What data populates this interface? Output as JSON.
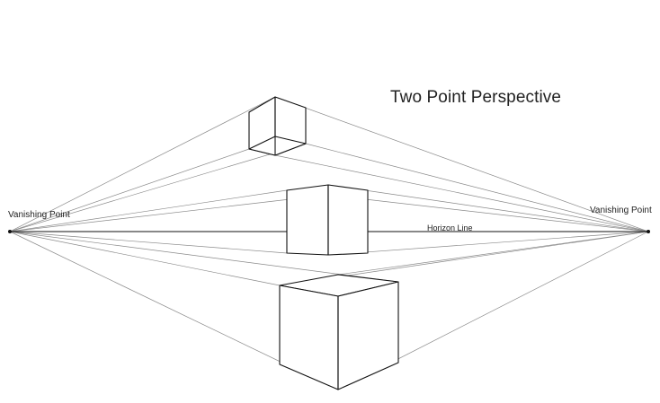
{
  "title": "Two Point Perspective",
  "left_vanishing_point_label": "Vanishing Point",
  "right_vanishing_point_label": "Vanishing Point",
  "horizon_label": "Horizon Line",
  "colors": {
    "background": "#ffffff",
    "construction_line": "#8a8a8a",
    "edge_line": "#111111"
  }
}
